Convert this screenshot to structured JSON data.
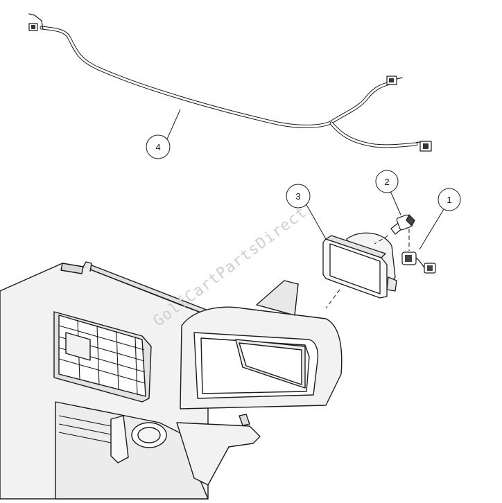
{
  "diagram": {
    "callouts": [
      {
        "id": "1",
        "label": "1"
      },
      {
        "id": "2",
        "label": "2"
      },
      {
        "id": "3",
        "label": "3"
      },
      {
        "id": "4",
        "label": "4"
      }
    ],
    "watermark": "GolfCartPartsDirect"
  },
  "colors": {
    "line": "#1a1a1a",
    "panel_fill": "#f2f2f2",
    "panel_shade": "#d9d9d9",
    "watermark": "#cfcfcf"
  }
}
